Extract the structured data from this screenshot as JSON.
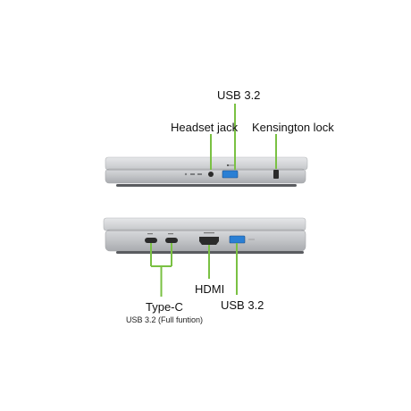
{
  "colors": {
    "accent": "#7ac143",
    "laptop_body": "#c9cbce",
    "port": "#2b2b2b",
    "usb_blue": "#2a7fd4"
  },
  "top_view": {
    "labels": {
      "usb": "USB 3.2",
      "headset": "Headset jack",
      "kensington": "Kensington lock"
    }
  },
  "bottom_view": {
    "labels": {
      "typec": "Type-C",
      "typec_sub": "USB 3.2 (Full funtion)",
      "hdmi": "HDMI",
      "usb": "USB 3.2"
    }
  },
  "icons": [
    "kensington-lock-icon",
    "headset-icon",
    "usb-icon",
    "hdmi-icon",
    "thunderbolt-icon"
  ]
}
